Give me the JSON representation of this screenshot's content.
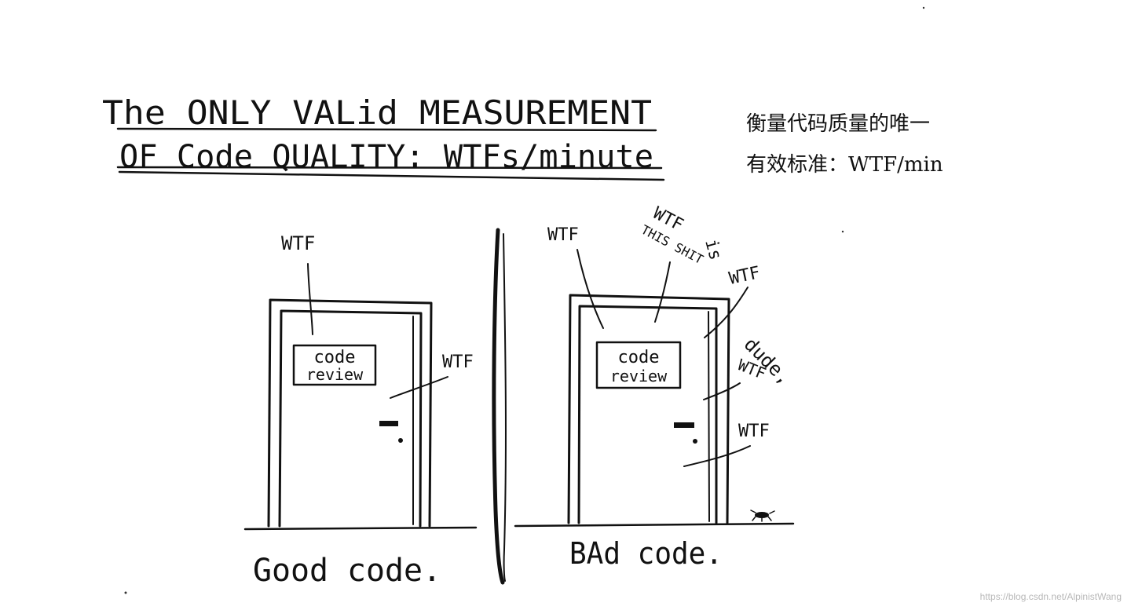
{
  "title": {
    "line1": "The ONLY VALid MEASUREMENT",
    "line2": "OF Code QUALITY: WTFs/minute"
  },
  "chinese_note": {
    "line1": "衡量代码质量的唯一",
    "line2": "有效标准：WTF/min"
  },
  "good_door": {
    "sign_line1": "code",
    "sign_line2": "review",
    "wtf_top": "WTF",
    "wtf_right": "WTF",
    "caption": "Good code."
  },
  "bad_door": {
    "sign_line1": "code",
    "sign_line2": "review",
    "wtf_left": "WTF",
    "wtf_is_line1": "WTF",
    "wtf_is_line2": "is",
    "wtf_is_line3": "THIS SHIT",
    "wtf_right_top": "WTF",
    "dude": "dude,",
    "dude_wtf": "WTF",
    "wtf_bottom": "WTF",
    "caption": "BAd code."
  },
  "watermark": "https://blog.csdn.net/AlpinistWang"
}
